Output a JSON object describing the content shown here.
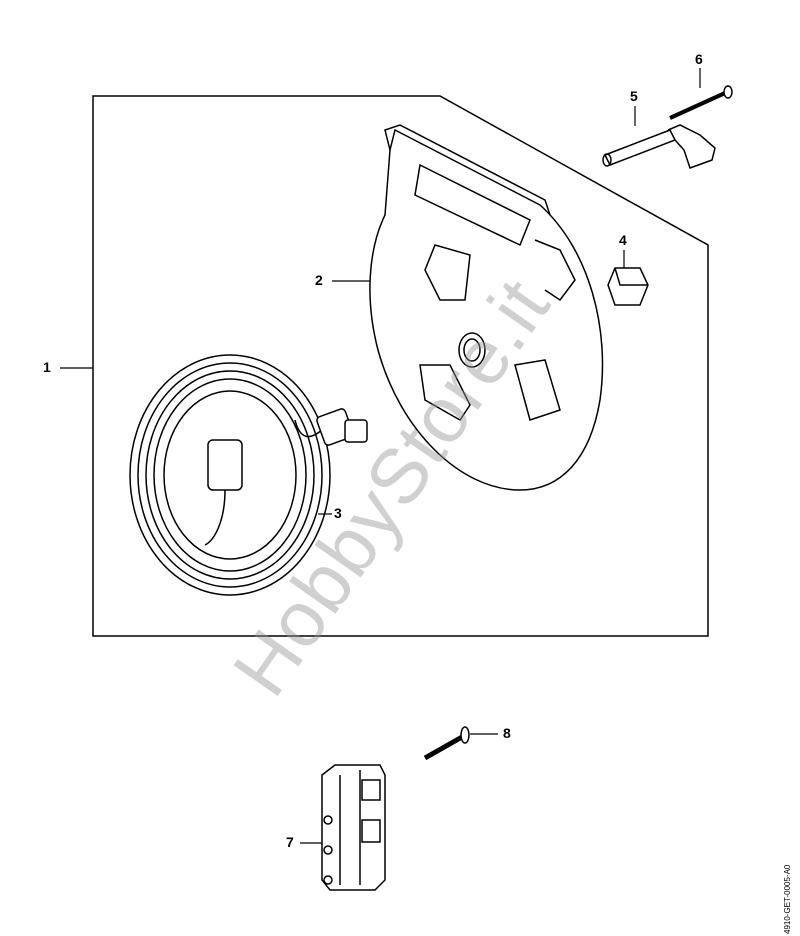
{
  "diagram": {
    "labels": {
      "p1": "1",
      "p2": "2",
      "p3": "3",
      "p4": "4",
      "p5": "5",
      "p6": "6",
      "p7": "7",
      "p8": "8"
    },
    "drawing_code": "4910-GET-0005-A0",
    "watermark": "HobbyStore.it"
  }
}
